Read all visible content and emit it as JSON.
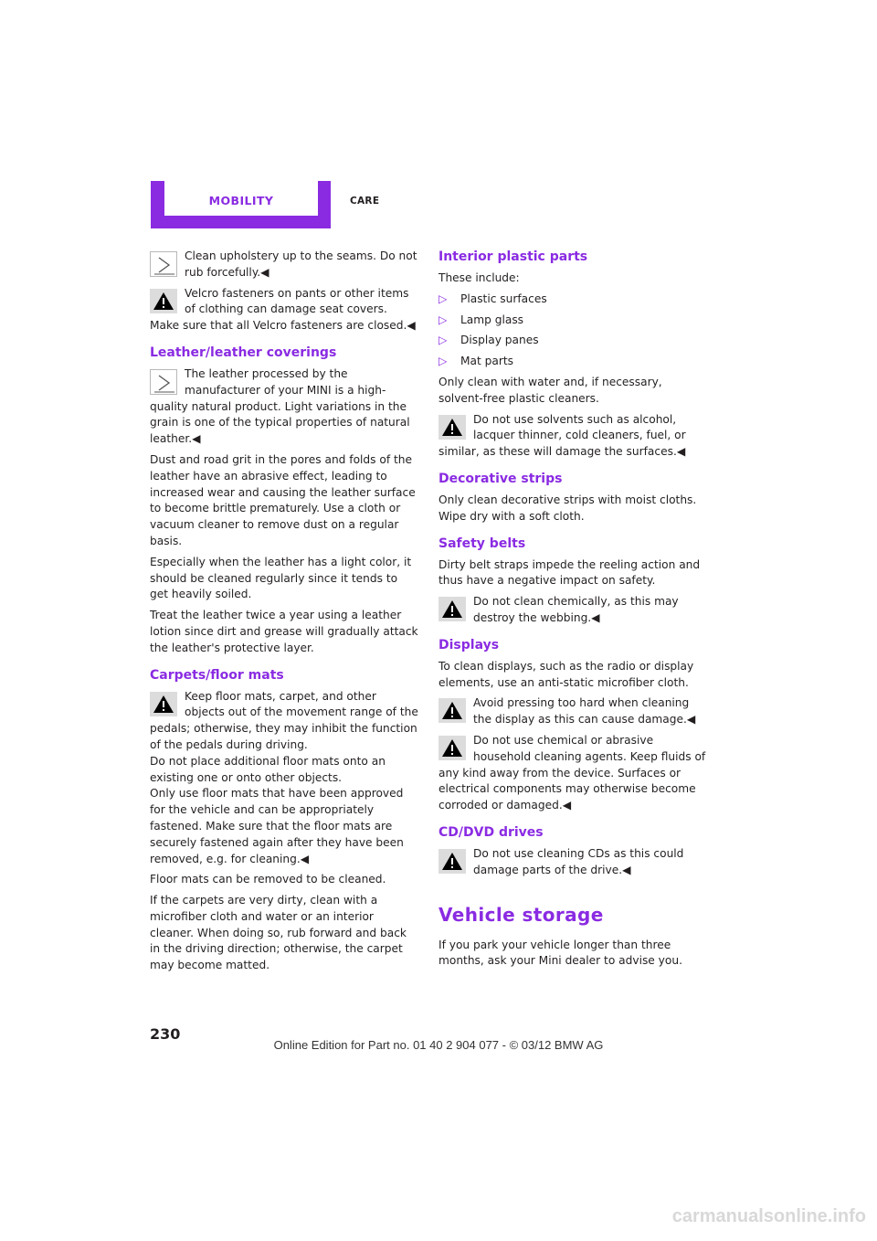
{
  "header": {
    "tab_label": "MOBILITY",
    "section": "CARE"
  },
  "left": {
    "note_upholstery": "Clean upholstery up to the seams. Do not rub forcefully.◀",
    "warn_velcro": "Velcro fasteners on pants or other items of clothing can damage seat covers. Make sure that all Velcro fasteners are closed.◀",
    "h_leather": "Leather/leather coverings",
    "note_leather": "The leather processed by the manufacturer of your MINI is a high-quality natural product. Light variations in the grain is one of the typical properties of natural leather.◀",
    "p_dust": "Dust and road grit in the pores and folds of the leather have an abrasive effect, leading to increased wear and causing the leather surface to become brittle prematurely. Use a cloth or vacuum cleaner to remove dust on a regular basis.",
    "p_light": "Especially when the leather has a light color, it should be cleaned regularly since it tends to get heavily soiled.",
    "p_treat": "Treat the leather twice a year using a leather lotion since dirt and grease will gradually attack the leather's protective layer.",
    "h_carpets": "Carpets/floor mats",
    "warn_mats_1": "Keep floor mats, carpet, and other objects out of the movement range of the pedals; otherwise, they may inhibit the function of the pedals during driving.",
    "warn_mats_2": "Do not place additional floor mats onto an existing one or onto other objects.",
    "warn_mats_3": "Only use floor mats that have been approved for the vehicle and can be appropriately fastened. Make sure that the floor mats are securely fastened again after they have been removed, e.g. for cleaning.◀",
    "p_removed": "Floor mats can be removed to be cleaned.",
    "p_dirty": "If the carpets are very dirty, clean with a microfiber cloth and water or an interior cleaner. When doing so, rub forward and back in the driving direction; otherwise, the carpet may become matted."
  },
  "right": {
    "h_plastic": "Interior plastic parts",
    "p_include": "These include:",
    "bullets": [
      "Plastic surfaces",
      "Lamp glass",
      "Display panes",
      "Mat parts"
    ],
    "p_water": "Only clean with water and, if necessary, solvent-free plastic cleaners.",
    "warn_solvents": "Do not use solvents such as alcohol, lacquer thinner, cold cleaners, fuel, or similar, as these will damage the surfaces.◀",
    "h_strips": "Decorative strips",
    "p_strips": "Only clean decorative strips with moist cloths. Wipe dry with a soft cloth.",
    "h_belts": "Safety belts",
    "p_belts": "Dirty belt straps impede the reeling action and thus have a negative impact on safety.",
    "warn_belts": "Do not clean chemically, as this may destroy the webbing.◀",
    "h_displays": "Displays",
    "p_displays": "To clean displays, such as the radio or display elements, use an anti-static microfiber cloth.",
    "warn_display_1": "Avoid pressing too hard when cleaning the display as this can cause damage.◀",
    "warn_display_2": "Do not use chemical or abrasive household cleaning agents. Keep fluids of any kind away from the device. Surfaces or electrical components may otherwise become corroded or damaged.◀",
    "h_cd": "CD/DVD drives",
    "warn_cd": "Do not use cleaning CDs as this could damage parts of the drive.◀",
    "h_storage": "Vehicle storage",
    "p_storage": "If you park your vehicle longer than three months, ask your Mini dealer to advise you."
  },
  "footer": {
    "page_number": "230",
    "edition": "Online Edition for Part no. 01 40 2 904 077 - © 03/12 BMW AG",
    "watermark": "carmanualsonline.info"
  },
  "icons": {
    "bullet_glyph": "▷",
    "accent_color": "#8a2be2"
  }
}
